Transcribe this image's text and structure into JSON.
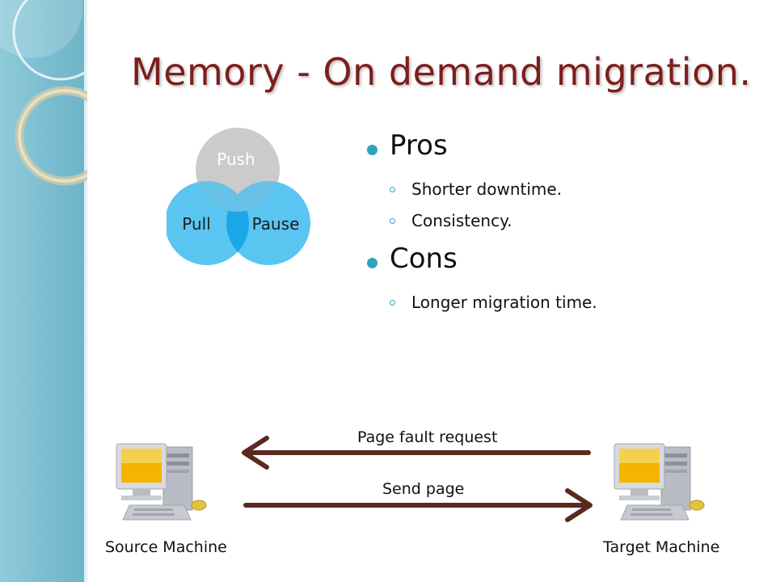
{
  "title": "Memory - On demand migration.",
  "venn": {
    "push": "Push",
    "pull": "Pull",
    "pause": "Pause",
    "colors": {
      "push": "#c8c8c8",
      "pull": "#36b8ee",
      "pause": "#36b8ee",
      "overlap": "#1aa7e6"
    }
  },
  "pros": {
    "heading": "Pros",
    "items": [
      "Shorter downtime.",
      "Consistency."
    ]
  },
  "cons": {
    "heading": "Cons",
    "items": [
      "Longer migration time."
    ]
  },
  "flow": {
    "request_label": "Page fault request",
    "send_label": "Send page",
    "source_label": "Source Machine",
    "target_label": "Target Machine",
    "arrow_color": "#5a2a20"
  },
  "theme": {
    "title_color": "#7b1f1d",
    "accent": "#31a2bf",
    "band_color": "#79bccf"
  }
}
